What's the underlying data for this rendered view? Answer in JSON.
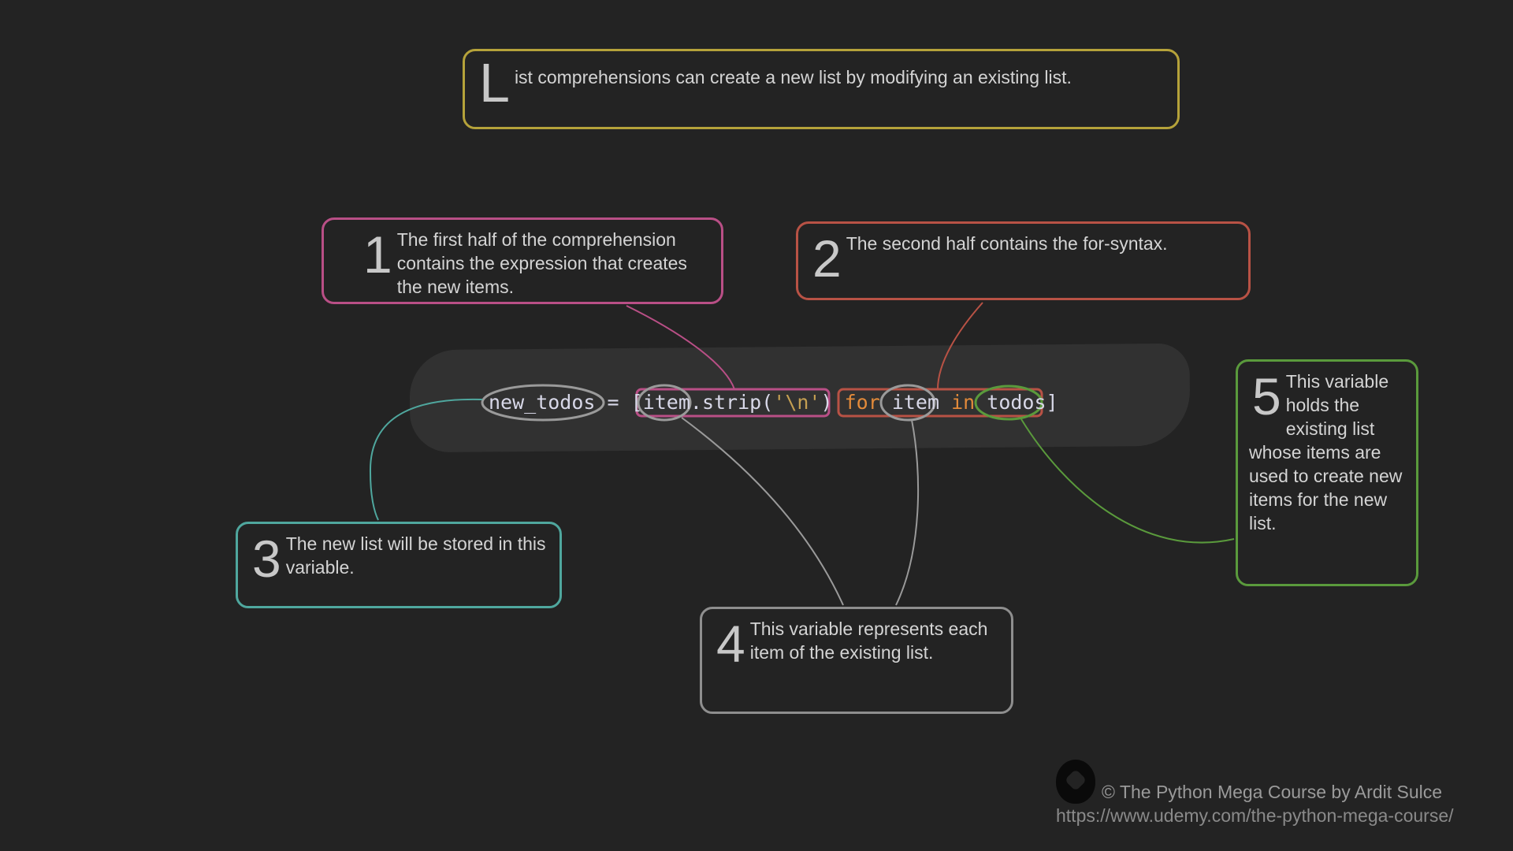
{
  "title": {
    "initial": "L",
    "text": "ist comprehensions can create a new list by modifying an existing list."
  },
  "code": {
    "target": "new_todos",
    "assign": " = ",
    "open_bracket": "[",
    "loop_var_1": "item",
    "method": ".strip(",
    "string_literal": "'\\n'",
    "close_paren": ")",
    "kw_for": "for",
    "loop_var_2": "item",
    "kw_in": "in",
    "source": "todos",
    "close_bracket": "]"
  },
  "callouts": [
    {
      "number": "1",
      "text": "The first half of the comprehension contains the expression that creates the new items.",
      "color": "#b94f86"
    },
    {
      "number": "2",
      "text": "The second half contains the for-syntax.",
      "color": "#b85245"
    },
    {
      "number": "3",
      "text": "The new list will be stored in this variable.",
      "color": "#4fa79e"
    },
    {
      "number": "4",
      "text": "This variable represents each item of the existing list.",
      "color": "#8e8e8e"
    },
    {
      "number": "5",
      "text": "This variable holds the existing list whose items are used to create new items for the new list.",
      "color": "#5a9a3c"
    }
  ],
  "footer": {
    "copyright": "© The Python Mega Course by Ardit Sulce",
    "url": "https://www.udemy.com/the-python-mega-course/",
    "logo_icon": "course-logo-icon"
  },
  "colors": {
    "background": "#232323",
    "title_border": "#b5a23a",
    "keyword": "#e28a3a"
  }
}
